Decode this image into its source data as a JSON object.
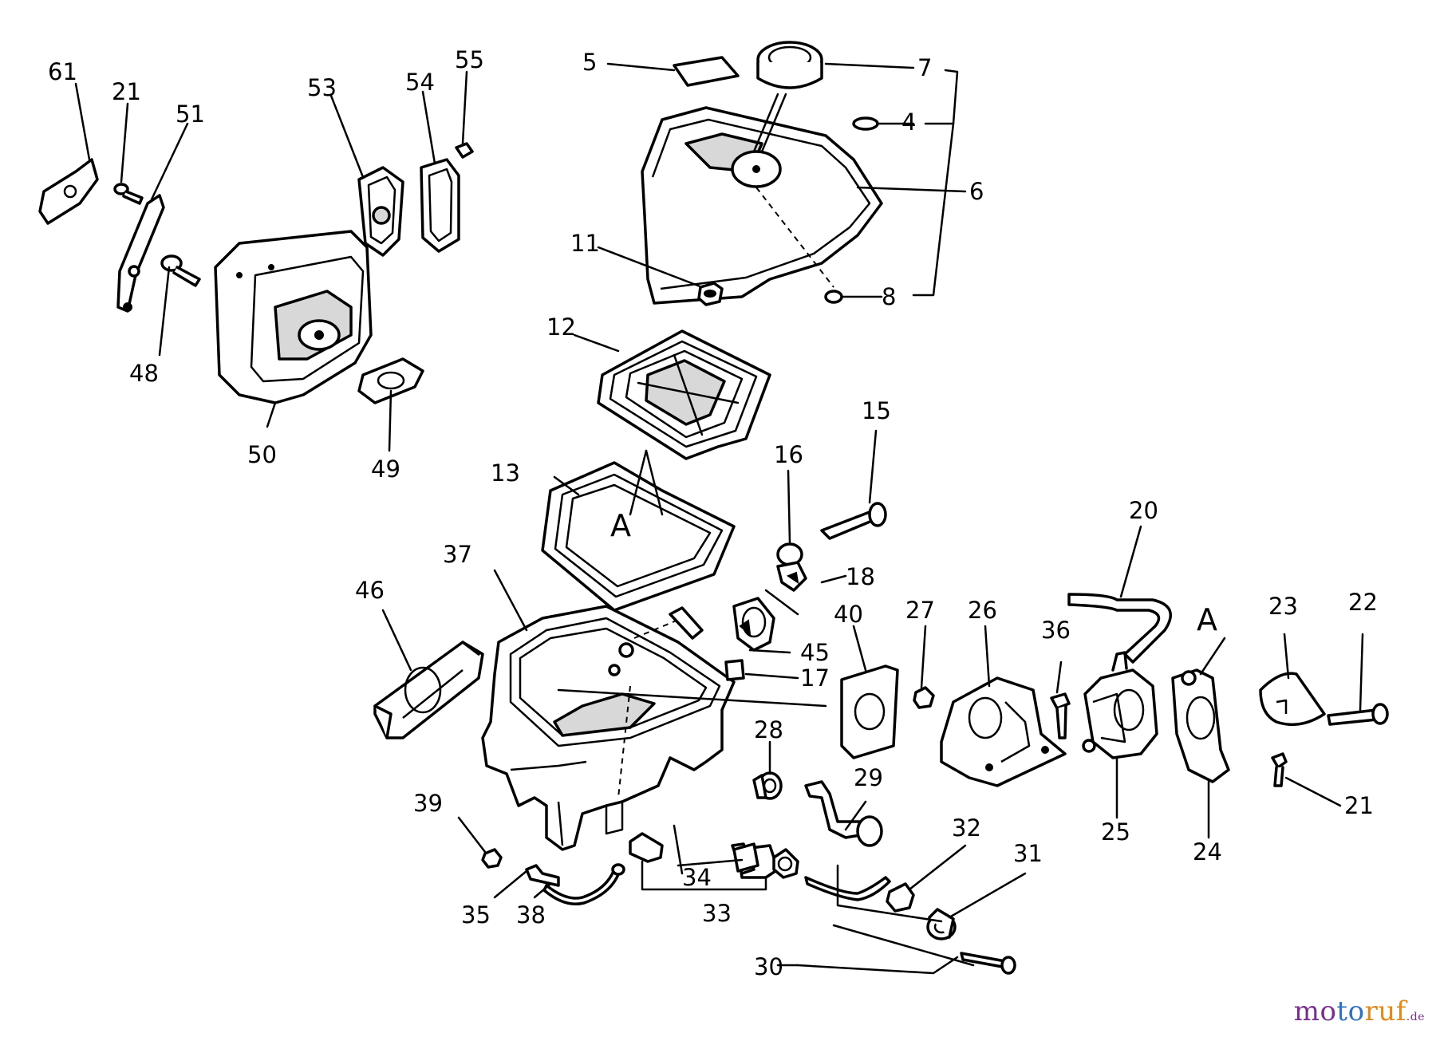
{
  "diagram": {
    "part_numbers": [
      "4",
      "5",
      "6",
      "7",
      "8",
      "11",
      "12",
      "13",
      "15",
      "16",
      "17",
      "18",
      "20",
      "21",
      "22",
      "23",
      "24",
      "25",
      "26",
      "27",
      "28",
      "29",
      "30",
      "31",
      "32",
      "33",
      "34",
      "35",
      "36",
      "37",
      "38",
      "39",
      "40",
      "45",
      "46",
      "48",
      "49",
      "50",
      "51",
      "53",
      "54",
      "55",
      "61"
    ],
    "reference_letters": [
      "A",
      "A"
    ]
  },
  "watermark": {
    "mo": "mo",
    "to": "to",
    "ruf": "ruf",
    "suffix": ".de"
  }
}
